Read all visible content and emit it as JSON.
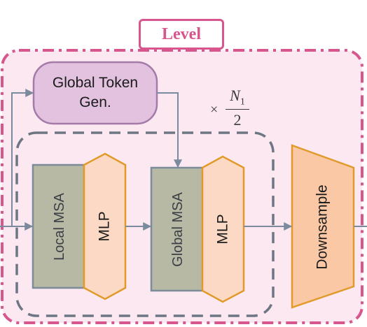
{
  "diagram": {
    "level_label": "Level",
    "global_token_gen": "Global Token\nGen.",
    "local_msa": "Local MSA",
    "mlp_1": "MLP",
    "global_msa": "Global MSA",
    "mlp_2": "MLP",
    "downsample": "Downsample",
    "repeat": {
      "times": "×",
      "numerator": "N",
      "subscript": "1",
      "denominator": "2"
    }
  },
  "colors": {
    "level_border": "#d6568d",
    "level_fill": "#fce8f1",
    "token_gen_fill": "#e2c2df",
    "token_gen_border": "#a37aa8",
    "msa_fill": "#b7b9a5",
    "msa_border": "#7b8b9a",
    "mlp_fill": "#fcd9c4",
    "mlp_border": "#e19a2a",
    "downsample_fill": "#fac8a5",
    "arrow": "#7c8a9e",
    "inner_dash": "#6d7682"
  }
}
